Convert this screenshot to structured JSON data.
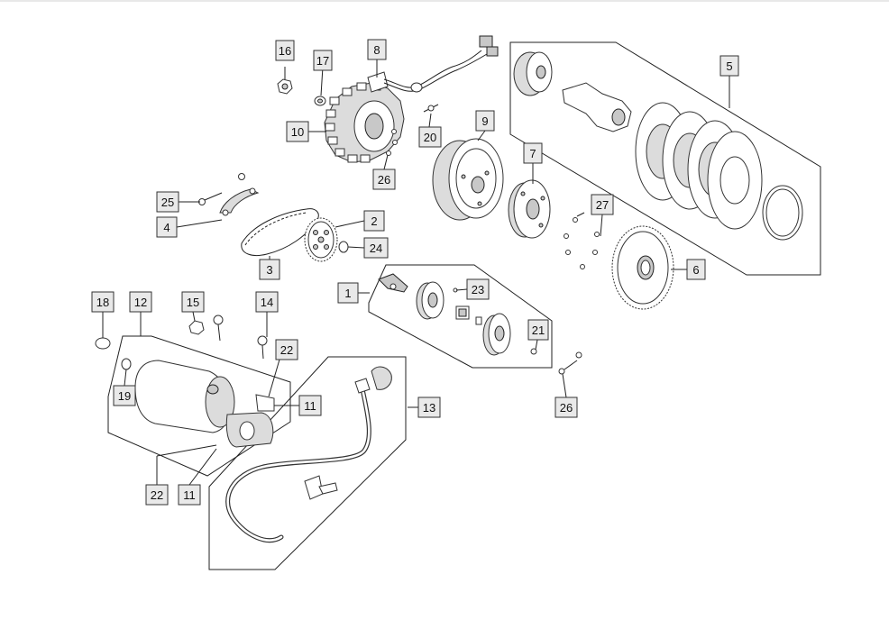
{
  "callouts": {
    "c1": "1",
    "c2": "2",
    "c3": "3",
    "c4": "4",
    "c5": "5",
    "c6": "6",
    "c7": "7",
    "c8": "8",
    "c9": "9",
    "c10": "10",
    "c11a": "11",
    "c11b": "11",
    "c12": "12",
    "c13": "13",
    "c14": "14",
    "c15": "15",
    "c16": "16",
    "c17": "17",
    "c18": "18",
    "c19": "19",
    "c20": "20",
    "c21": "21",
    "c22a": "22",
    "c22b": "22",
    "c23": "23",
    "c24": "24",
    "c25": "25",
    "c26a": "26",
    "c26b": "26",
    "c27": "27"
  },
  "colors": {
    "line": "#222222",
    "label_fill": "#e9e9e9",
    "background": "#ffffff"
  }
}
